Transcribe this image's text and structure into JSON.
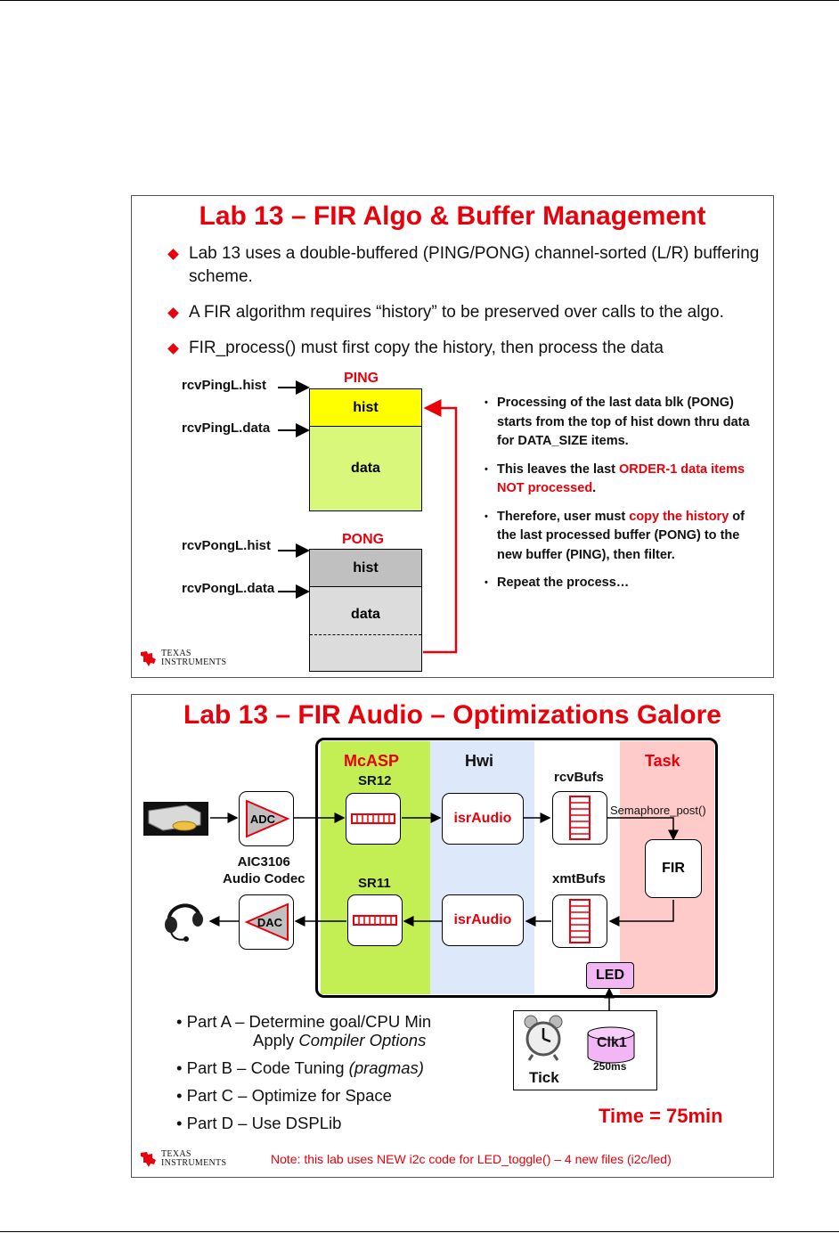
{
  "slide1": {
    "title": "Lab 13 – FIR Algo & Buffer Management",
    "bullets": [
      "Lab 13 uses a double-buffered (PING/PONG) channel-sorted (L/R) buffering scheme.",
      "A FIR algorithm requires “history” to be preserved over calls to the algo.",
      "FIR_process() must first copy the history, then process the data"
    ],
    "ping_label": "PING",
    "pong_label": "PONG",
    "ping_ptr_hist": "rcvPingL.hist",
    "ping_ptr_data": "rcvPingL.data",
    "pong_ptr_hist": "rcvPongL.hist",
    "pong_ptr_data": "rcvPongL.data",
    "hist_label": "hist",
    "data_label": "data",
    "notes": {
      "n1": "Processing of the last data blk (PONG) starts from the top of hist down thru data for DATA_SIZE items.",
      "n2_pre": "This leaves the last ",
      "n2_red": "ORDER-1 data items NOT processed",
      "n2_post": ".",
      "n3_pre": "Therefore, user must ",
      "n3_red": "copy the history",
      "n3_post": " of the last processed buffer (PONG) to the new buffer (PING), then filter.",
      "n4": "Repeat the process…"
    },
    "colors": {
      "hist_ping": "#ffff00",
      "data_ping": "#d9f77a",
      "hist_pong": "#c0c0c0",
      "data_pong": "#dcdcdc",
      "accent_red": "#e8000b"
    }
  },
  "slide2": {
    "title": "Lab 13 – FIR Audio – Optimizations Galore",
    "col_mcasp": "McASP",
    "col_hwi": "Hwi",
    "col_task": "Task",
    "sr12": "SR12",
    "sr11": "SR11",
    "isr_top": "isrAudio",
    "isr_bottom": "isrAudio",
    "rcvbufs": "rcvBufs",
    "xmtbufs": "xmtBufs",
    "semaphore": "Semaphore_post()",
    "fir": "FIR",
    "adc": "ADC",
    "dac": "DAC",
    "codec_line1": "AIC3106",
    "codec_line2": "Audio Codec",
    "led": "LED",
    "clk": "Clk1",
    "clk_period": "250ms",
    "tick": "Tick",
    "parts": {
      "a1": "• Part A – Determine goal/CPU Min",
      "a2_pre": "Apply ",
      "a2_it": "Compiler Options",
      "b_pre": "• Part B – Code Tuning ",
      "b_it": "(pragmas)",
      "c": "• Part C – Optimize for Space",
      "d": "• Part D – Use DSPLib"
    },
    "time": "Time = 75min",
    "note": "Note: this lab uses NEW i2c code for LED_toggle() – 4 new files (i2c/led)",
    "colors": {
      "mcasp_col": "#c3ef55",
      "hwi_col": "#dde8fa",
      "task_col": "#ffcaca",
      "led": "#f2b6f5",
      "clk": "#f2b6f5"
    }
  },
  "ti_logo": {
    "line1": "TEXAS",
    "line2": "INSTRUMENTS"
  }
}
